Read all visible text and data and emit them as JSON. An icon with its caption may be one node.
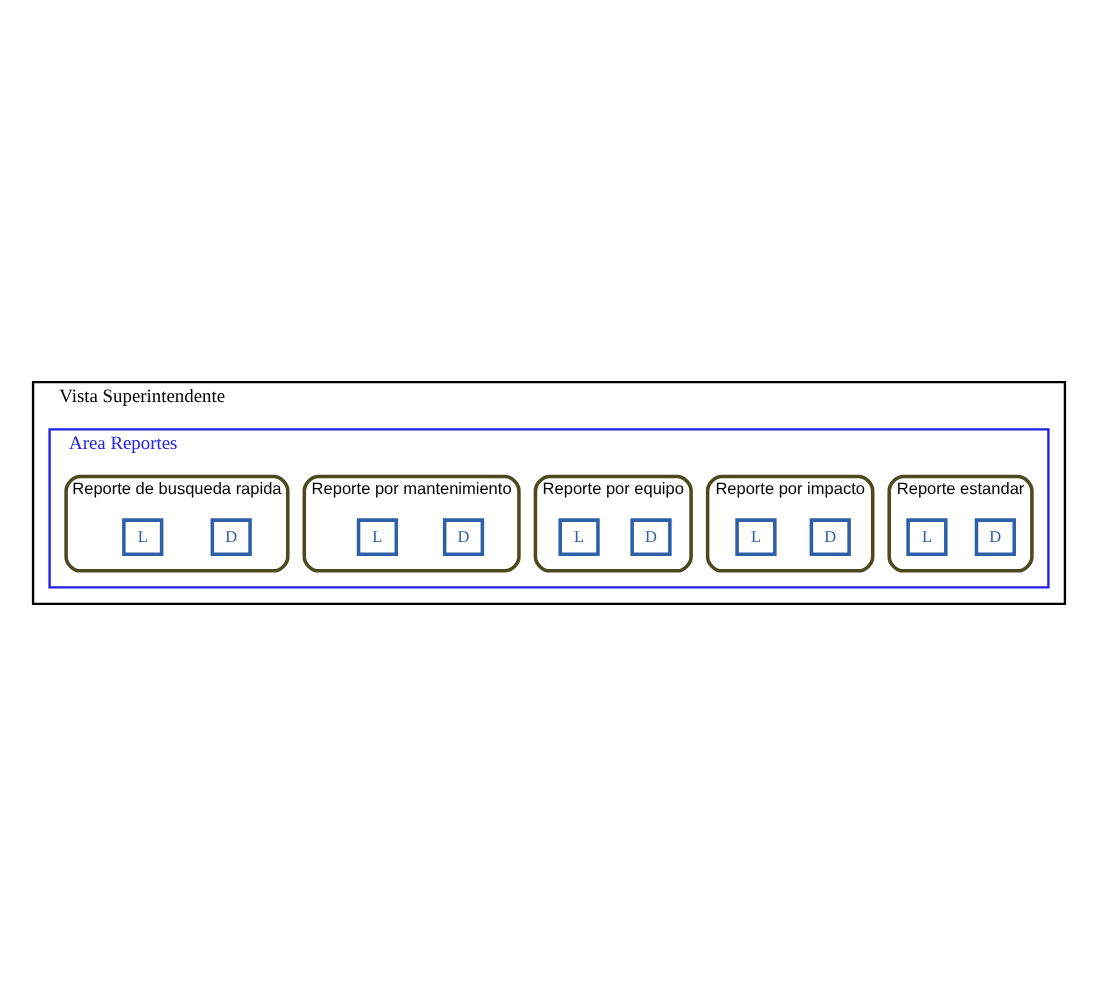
{
  "diagram": {
    "nodes": [
      {
        "text": [
          "Vista Superintendente"
        ]
      },
      {
        "text": [
          "Area Reportes"
        ],
        "in": 0
      },
      {
        "text": [
          "Reporte estandar"
        ],
        "in": 1
      },
      {
        "text": [
          "D"
        ],
        "in": 2
      },
      {
        "text": [
          "L"
        ],
        "in": 2
      },
      {
        "text": [
          "Reporte por impacto"
        ],
        "in": 1
      },
      {
        "text": [
          "D"
        ],
        "in": 5
      },
      {
        "text": [
          "L"
        ],
        "in": 5
      },
      {
        "text": [
          "Reporte por equipo"
        ],
        "in": 1
      },
      {
        "text": [
          "D"
        ],
        "in": 8
      },
      {
        "text": [
          "L"
        ],
        "in": 8
      },
      {
        "text": [
          "Reporte por mantenimiento"
        ],
        "in": 1
      },
      {
        "text": [
          "D"
        ],
        "in": 11
      },
      {
        "text": [
          "L"
        ],
        "in": 11
      },
      {
        "text": [
          "Reporte de busqueda rapida"
        ],
        "in": 1
      },
      {
        "text": [
          "D"
        ],
        "in": 14
      },
      {
        "text": [
          "L"
        ],
        "in": 14
      }
    ],
    "edges": []
  }
}
